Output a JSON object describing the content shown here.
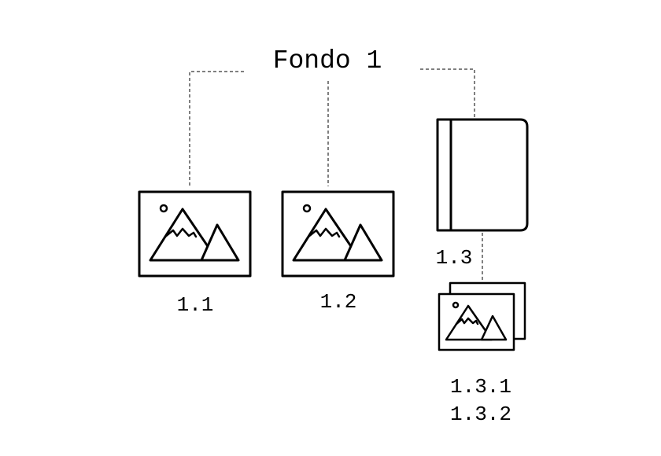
{
  "diagram": {
    "root": {
      "label": "Fondo 1"
    },
    "children": [
      {
        "label": "1.1",
        "icon": "image-icon"
      },
      {
        "label": "1.2",
        "icon": "image-icon"
      },
      {
        "label": "1.3",
        "icon": "book-icon",
        "children": [
          {
            "labels": [
              "1.3.1",
              "1.3.2"
            ],
            "icon": "image-stack-icon"
          }
        ]
      }
    ]
  }
}
